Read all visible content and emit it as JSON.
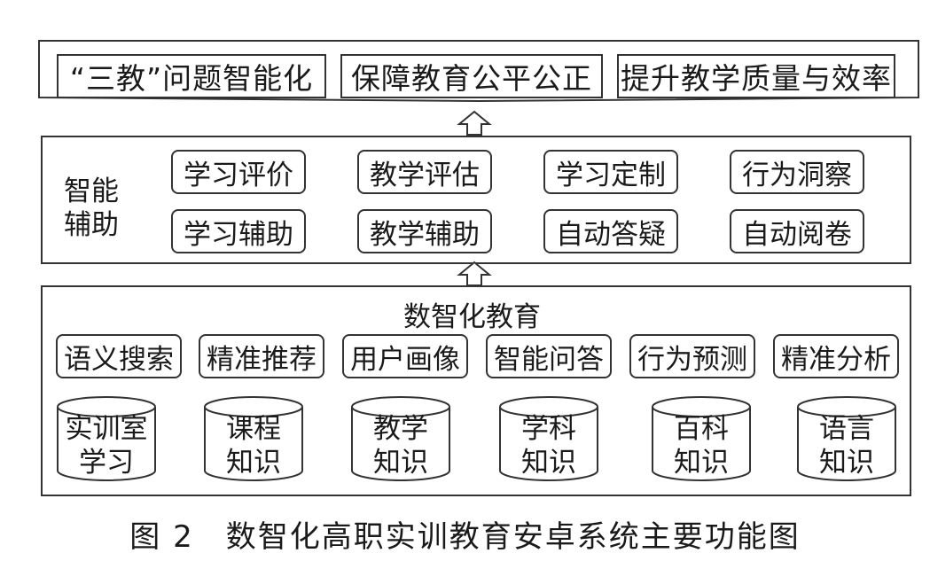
{
  "top_goals": [
    "“三教”问题智能化",
    "保障教育公平公正",
    "提升教学质量与效率"
  ],
  "assist": {
    "title_line1": "智能",
    "title_line2": "辅助",
    "row1": [
      "学习评价",
      "教学评估",
      "学习定制",
      "行为洞察"
    ],
    "row2": [
      "学习辅助",
      "教学辅助",
      "自动答疑",
      "自动阅卷"
    ]
  },
  "digital": {
    "title": "数智化教育",
    "functions": [
      "语义搜索",
      "精准推荐",
      "用户画像",
      "智能问答",
      "行为预测",
      "精准分析"
    ],
    "databases": [
      {
        "line1": "实训室",
        "line2": "学习"
      },
      {
        "line1": "课程",
        "line2": "知识"
      },
      {
        "line1": "教学",
        "line2": "知识"
      },
      {
        "line1": "学科",
        "line2": "知识"
      },
      {
        "line1": "百科",
        "line2": "知识"
      },
      {
        "line1": "语言",
        "line2": "知识"
      }
    ]
  },
  "caption": "图 2　数智化高职实训教育安卓系统主要功能图"
}
